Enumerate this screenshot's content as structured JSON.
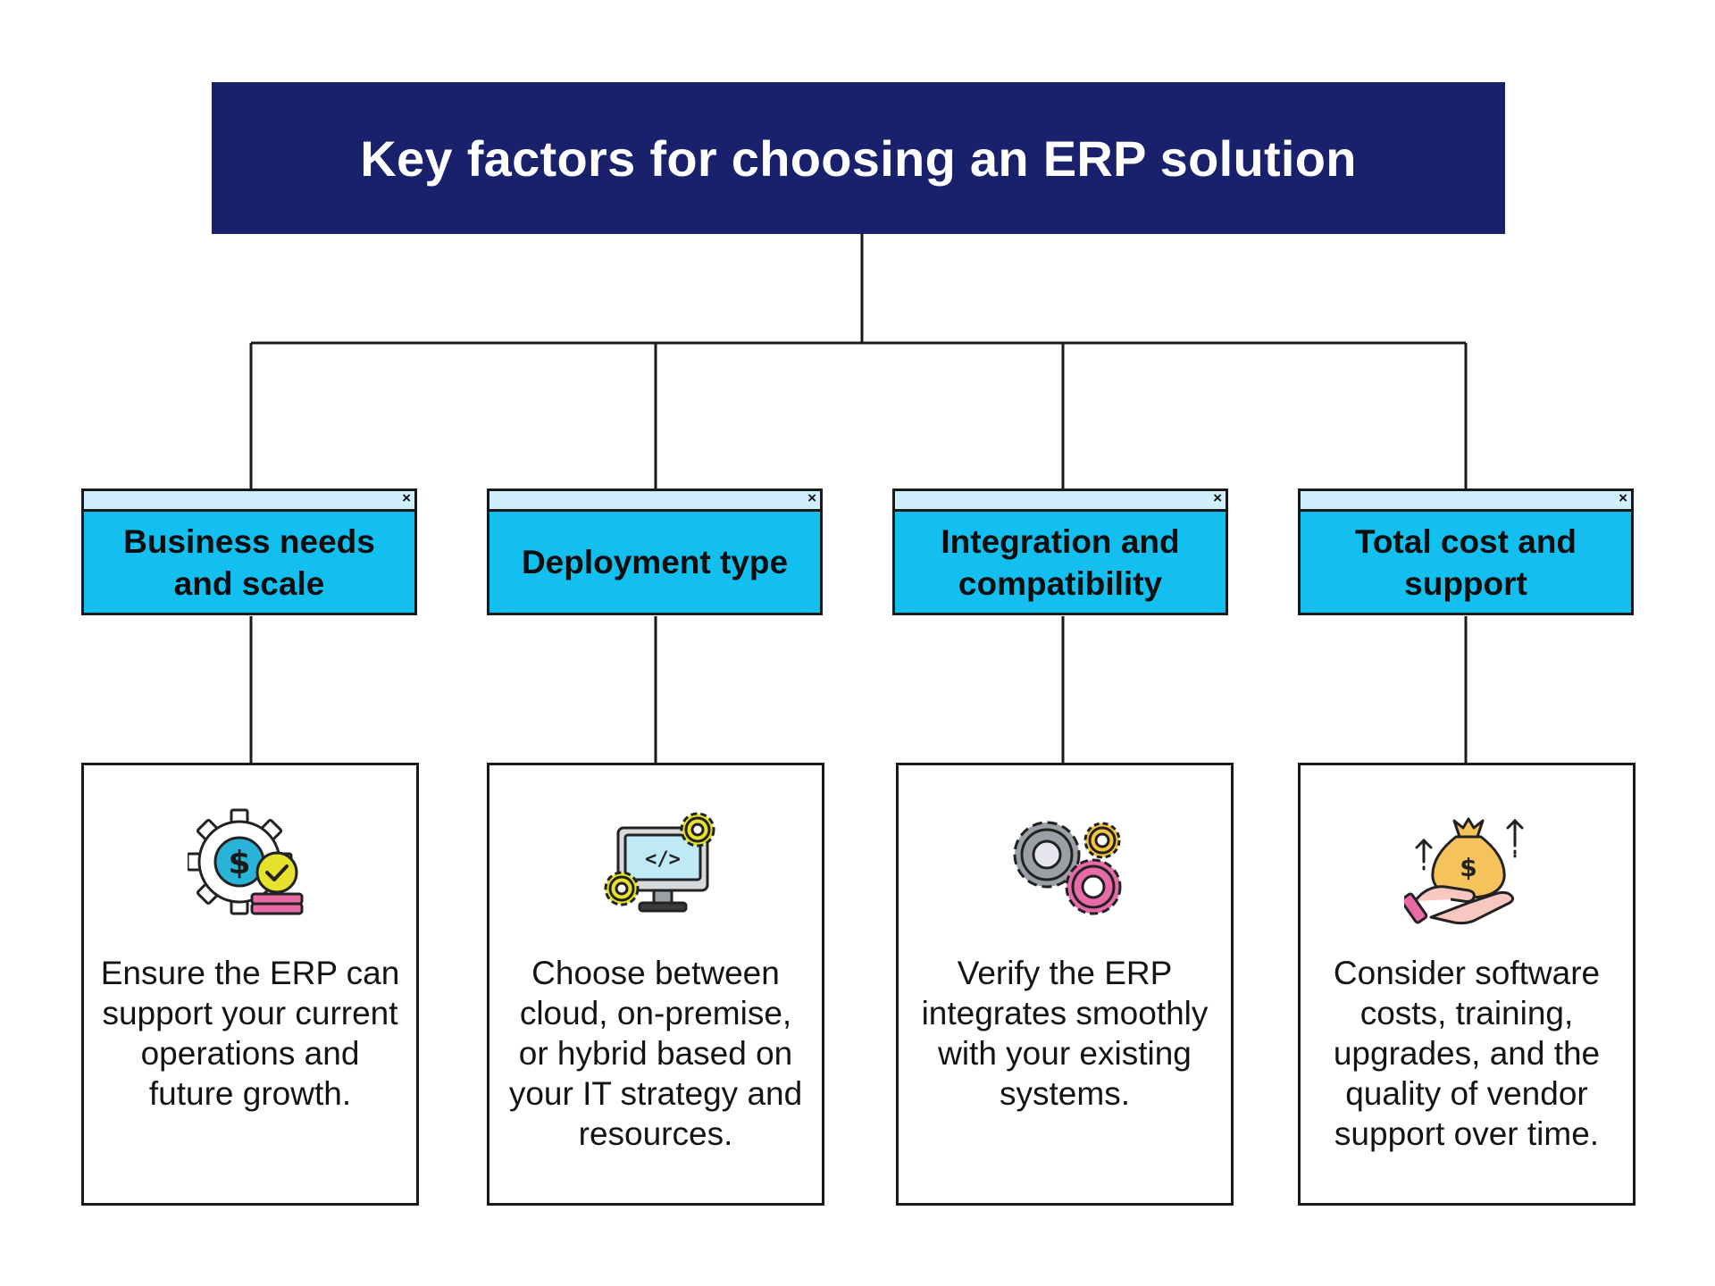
{
  "title": "Key factors for choosing an ERP solution",
  "factors": [
    {
      "header": "Business needs and scale",
      "description": "Ensure the ERP can support your current operations and future growth.",
      "icon": "gear-dollar-check-icon"
    },
    {
      "header": "Deployment type",
      "description": "Choose between cloud, on-premise, or hybrid based on your IT strategy and resources.",
      "icon": "monitor-code-gears-icon"
    },
    {
      "header": "Integration and compatibility",
      "description": "Verify the ERP integrates smoothly with your existing systems.",
      "icon": "gears-icon"
    },
    {
      "header": "Total cost and support",
      "description": "Consider software costs, training, upgrades, and the quality of vendor support over time.",
      "icon": "hand-money-bag-icon"
    }
  ],
  "close_glyph": "×",
  "colors": {
    "title_bg": "#19216c",
    "header_bg": "#12bfee",
    "header_strip": "#cfeffd",
    "lines": "#1a1a1a"
  }
}
